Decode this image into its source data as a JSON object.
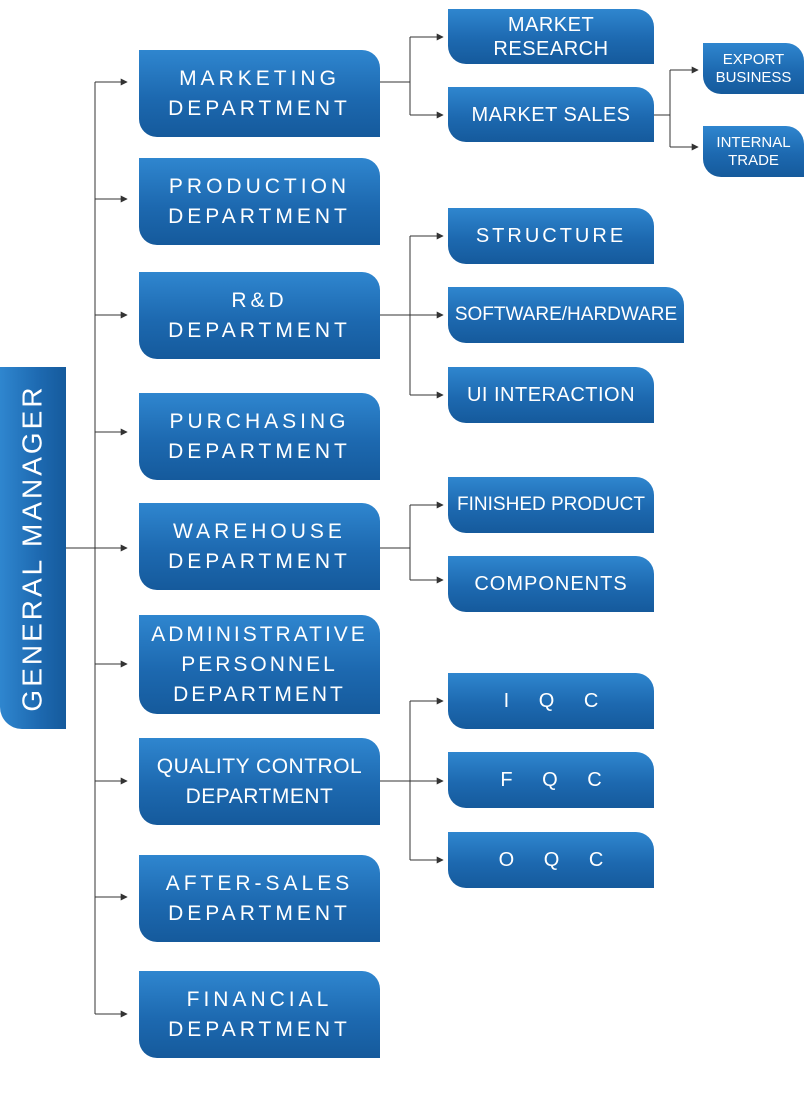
{
  "colors": {
    "box": "#1d69b0",
    "box_light": "#2f86cf",
    "text": "#ffffff",
    "line": "#333333"
  },
  "general_manager": "GENERAL  MANAGER",
  "departments": [
    "MARKETING\nDEPARTMENT",
    "PRODUCTION\nDEPARTMENT",
    "R&D\nDEPARTMENT",
    "PURCHASING\nDEPARTMENT",
    "WAREHOUSE\nDEPARTMENT",
    "ADMINISTRATIVE\nPERSONNEL\nDEPARTMENT",
    "QUALITY CONTROL\nDEPARTMENT",
    "AFTER-SALES\nDEPARTMENT",
    "FINANCIAL\nDEPARTMENT"
  ],
  "marketing": [
    "MARKET RESEARCH",
    "MARKET SALES"
  ],
  "market_sales": [
    "EXPORT\nBUSINESS",
    "INTERNAL\nTRADE"
  ],
  "rnd": [
    "STRUCTURE",
    "SOFTWARE/HARDWARE",
    "UI INTERACTION"
  ],
  "warehouse": [
    "FINISHED PRODUCT",
    "COMPONENTS"
  ],
  "quality_control": [
    "I Q C",
    "F Q C",
    "O Q C"
  ]
}
